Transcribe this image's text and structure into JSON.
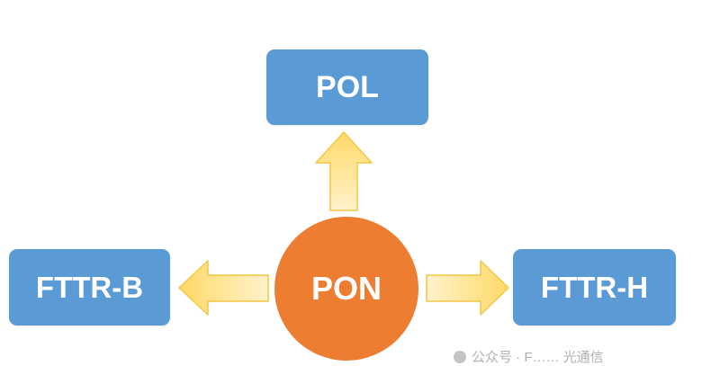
{
  "diagram": {
    "center": {
      "label": "PON"
    },
    "nodes": {
      "top": {
        "label": "POL"
      },
      "left": {
        "label": "FTTR-B"
      },
      "right": {
        "label": "FTTR-H"
      }
    },
    "arrows": [
      {
        "from": "PON",
        "to": "POL"
      },
      {
        "from": "PON",
        "to": "FTTR-B"
      },
      {
        "from": "PON",
        "to": "FTTR-H"
      }
    ]
  },
  "colors": {
    "box": "#5B9BD5",
    "circle": "#ED7D31",
    "arrow_fill_start": "#FFF2CC",
    "arrow_fill_end": "#FFD966",
    "arrow_stroke": "#F4C542"
  },
  "watermark": {
    "icon": "wechat-account-icon",
    "text": "公众号 · F…… 光通信"
  }
}
